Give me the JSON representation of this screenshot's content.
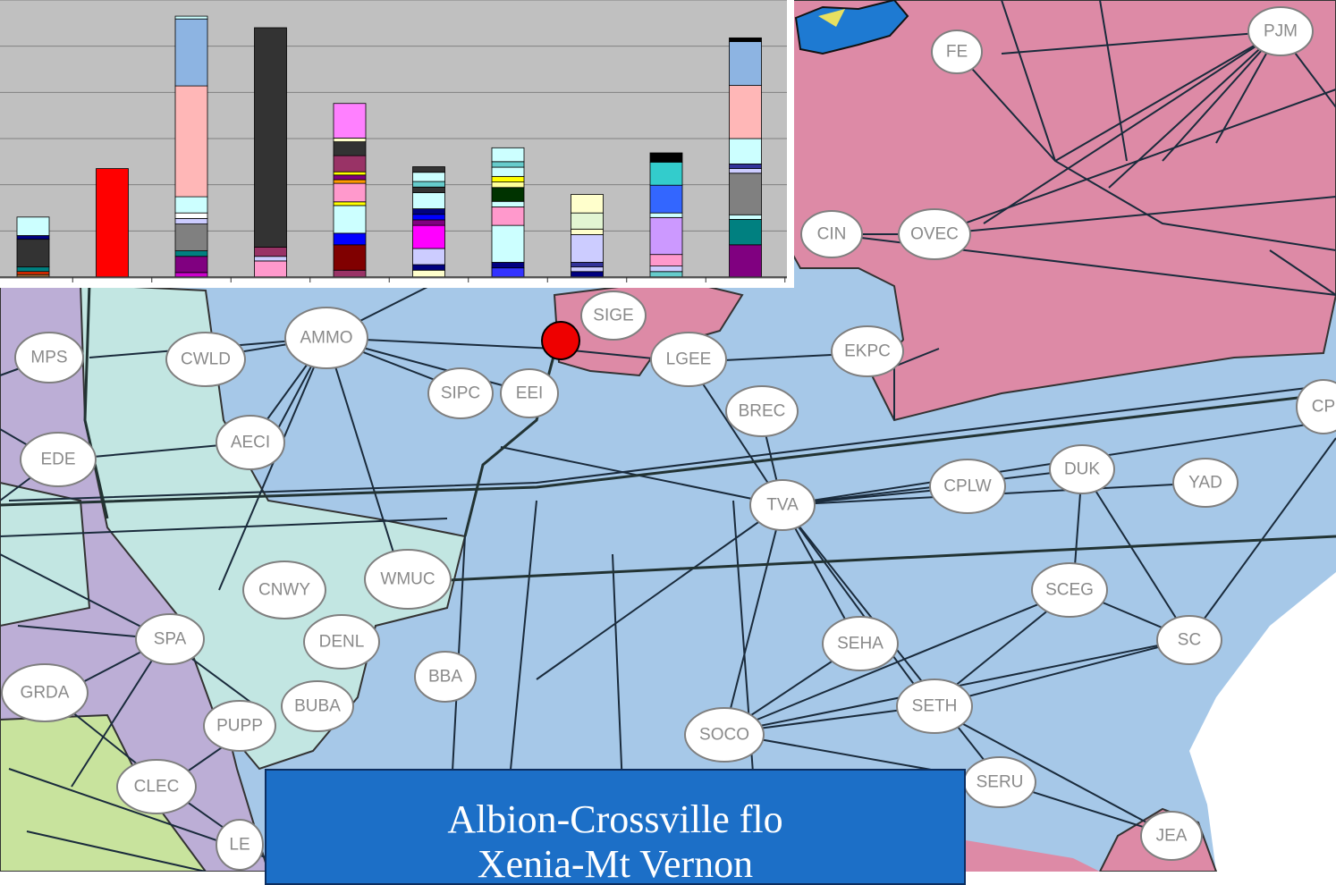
{
  "map": {
    "regions": {
      "tva": "#a6c8e8",
      "pjm": "#dd8aa6",
      "spp": "#bcaed6",
      "mapp": "#c2e6e2",
      "green": "#c8e39d",
      "lake": "#1e7ad2",
      "sea": "#ffffff"
    },
    "nodes": [
      {
        "label": "FE"
      },
      {
        "label": "PJM"
      },
      {
        "label": "CIN"
      },
      {
        "label": "OVEC"
      },
      {
        "label": "SIGE"
      },
      {
        "label": "LGEE"
      },
      {
        "label": "EKPC"
      },
      {
        "label": "AMMO"
      },
      {
        "label": "CWLD"
      },
      {
        "label": "MPS"
      },
      {
        "label": "SIPC"
      },
      {
        "label": "EEI"
      },
      {
        "label": "BREC"
      },
      {
        "label": "CP"
      },
      {
        "label": "AECI"
      },
      {
        "label": "EDE"
      },
      {
        "label": "TVA"
      },
      {
        "label": "CPLW"
      },
      {
        "label": "DUK"
      },
      {
        "label": "YAD"
      },
      {
        "label": "CNWY"
      },
      {
        "label": "WMUC"
      },
      {
        "label": "SPA"
      },
      {
        "label": "DENL"
      },
      {
        "label": "SCEG"
      },
      {
        "label": "SEHA"
      },
      {
        "label": "SC"
      },
      {
        "label": "GRDA"
      },
      {
        "label": "BBA"
      },
      {
        "label": "BUBA"
      },
      {
        "label": "PUPP"
      },
      {
        "label": "SETH"
      },
      {
        "label": "SOCO"
      },
      {
        "label": "CLEC"
      },
      {
        "label": "SERU"
      },
      {
        "label": "JEA"
      },
      {
        "label": "LE"
      }
    ],
    "marker_color": "#ee0000"
  },
  "chart_data": {
    "type": "bar",
    "stacked": true,
    "background": "#c0c0c0",
    "ylim": [
      0,
      6
    ],
    "grid": true,
    "categories": [
      "",
      "",
      "",
      "",
      "",
      "",
      "",
      "",
      "",
      ""
    ],
    "bars": [
      [
        {
          "v": 0.06,
          "c": "#996633"
        },
        {
          "v": 0.06,
          "c": "#ff3300"
        },
        {
          "v": 0.1,
          "c": "#008080"
        },
        {
          "v": 0.6,
          "c": "#333333"
        },
        {
          "v": 0.08,
          "c": "#000080"
        },
        {
          "v": 0.4,
          "c": "#ccffff"
        }
      ],
      [
        {
          "v": 2.35,
          "c": "#ff0000"
        }
      ],
      [
        {
          "v": 0.1,
          "c": "#cc00cc"
        },
        {
          "v": 0.35,
          "c": "#800080"
        },
        {
          "v": 0.12,
          "c": "#008080"
        },
        {
          "v": 0.58,
          "c": "#808080"
        },
        {
          "v": 0.12,
          "c": "#ccccff"
        },
        {
          "v": 0.12,
          "c": "#ffffff"
        },
        {
          "v": 0.35,
          "c": "#ccffff"
        },
        {
          "v": 2.4,
          "c": "#ffb7b7"
        },
        {
          "v": 1.45,
          "c": "#8db4e2"
        },
        {
          "v": 0.06,
          "c": "#ccffff"
        }
      ],
      [
        {
          "v": 0.35,
          "c": "#ff99cc"
        },
        {
          "v": 0.1,
          "c": "#ccccff"
        },
        {
          "v": 0.2,
          "c": "#993366"
        },
        {
          "v": 4.75,
          "c": "#333333"
        }
      ],
      [
        {
          "v": 0.15,
          "c": "#993366"
        },
        {
          "v": 0.55,
          "c": "#800000"
        },
        {
          "v": 0.25,
          "c": "#0000ff"
        },
        {
          "v": 0.6,
          "c": "#ccffff"
        },
        {
          "v": 0.08,
          "c": "#ffff00"
        },
        {
          "v": 0.4,
          "c": "#ff99cc"
        },
        {
          "v": 0.08,
          "c": "#ff9900"
        },
        {
          "v": 0.1,
          "c": "#800080"
        },
        {
          "v": 0.07,
          "c": "#ffff00"
        },
        {
          "v": 0.35,
          "c": "#993366"
        },
        {
          "v": 0.3,
          "c": "#333333"
        },
        {
          "v": 0.08,
          "c": "#ffffcc"
        },
        {
          "v": 0.75,
          "c": "#ff80ff"
        }
      ],
      [
        {
          "v": 0.15,
          "c": "#ffffcc"
        },
        {
          "v": 0.12,
          "c": "#000080"
        },
        {
          "v": 0.35,
          "c": "#ccccff"
        },
        {
          "v": 0.5,
          "c": "#ff00ff"
        },
        {
          "v": 0.12,
          "c": "#800080"
        },
        {
          "v": 0.12,
          "c": "#0000ff"
        },
        {
          "v": 0.12,
          "c": "#000080"
        },
        {
          "v": 0.35,
          "c": "#ccffff"
        },
        {
          "v": 0.12,
          "c": "#333333"
        },
        {
          "v": 0.12,
          "c": "#66cccc"
        },
        {
          "v": 0.2,
          "c": "#ccffff"
        },
        {
          "v": 0.12,
          "c": "#333333"
        }
      ],
      [
        {
          "v": 0.2,
          "c": "#3333ff"
        },
        {
          "v": 0.12,
          "c": "#000080"
        },
        {
          "v": 0.8,
          "c": "#ccffff"
        },
        {
          "v": 0.4,
          "c": "#ff99cc"
        },
        {
          "v": 0.12,
          "c": "#ccffff"
        },
        {
          "v": 0.3,
          "c": "#003300"
        },
        {
          "v": 0.12,
          "c": "#ffff99"
        },
        {
          "v": 0.12,
          "c": "#ffff00"
        },
        {
          "v": 0.2,
          "c": "#ccffff"
        },
        {
          "v": 0.12,
          "c": "#66cccc"
        },
        {
          "v": 0.3,
          "c": "#ccffff"
        }
      ],
      [
        {
          "v": 0.12,
          "c": "#000080"
        },
        {
          "v": 0.1,
          "c": "#ccccff"
        },
        {
          "v": 0.1,
          "c": "#333399"
        },
        {
          "v": 0.6,
          "c": "#ccccff"
        },
        {
          "v": 0.12,
          "c": "#ffffcc"
        },
        {
          "v": 0.35,
          "c": "#e2f5d2"
        },
        {
          "v": 0.4,
          "c": "#ffffcc"
        }
      ],
      [
        {
          "v": 0.12,
          "c": "#66cccc"
        },
        {
          "v": 0.12,
          "c": "#ccccff"
        },
        {
          "v": 0.25,
          "c": "#ff99cc"
        },
        {
          "v": 0.8,
          "c": "#cc99ff"
        },
        {
          "v": 0.1,
          "c": "#ccffff"
        },
        {
          "v": 0.6,
          "c": "#3366ff"
        },
        {
          "v": 0.5,
          "c": "#33cccc"
        },
        {
          "v": 0.2,
          "c": "#000000"
        }
      ],
      [
        {
          "v": 0.7,
          "c": "#800080"
        },
        {
          "v": 0.55,
          "c": "#008080"
        },
        {
          "v": 0.1,
          "c": "#ccffff"
        },
        {
          "v": 0.9,
          "c": "#808080"
        },
        {
          "v": 0.1,
          "c": "#ccccff"
        },
        {
          "v": 0.1,
          "c": "#333399"
        },
        {
          "v": 0.55,
          "c": "#ccffff"
        },
        {
          "v": 1.15,
          "c": "#ffb7b7"
        },
        {
          "v": 0.95,
          "c": "#8db4e2"
        },
        {
          "v": 0.08,
          "c": "#000000"
        }
      ]
    ]
  },
  "caption": {
    "line1": "Albion-Crossville flo",
    "line2": "Xenia-Mt Vernon"
  }
}
